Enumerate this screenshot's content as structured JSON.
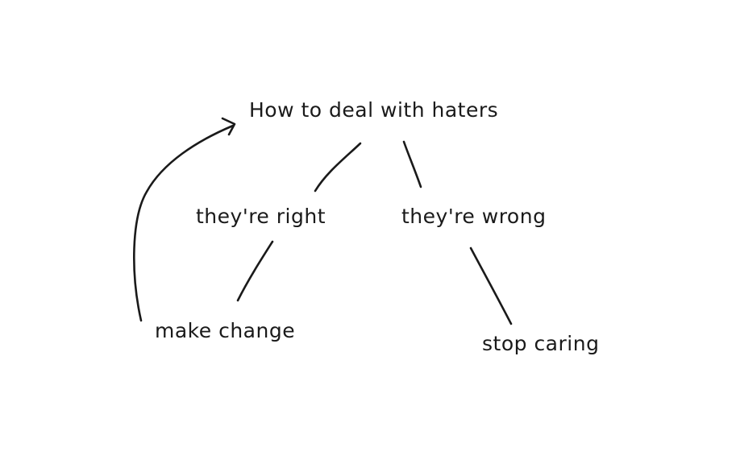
{
  "colors": {
    "ink": "#1a1a1a",
    "background": "#ffffff"
  },
  "diagram": {
    "nodes": {
      "root": "How to deal with haters",
      "right": "they're right",
      "wrong": "they're wrong",
      "make_change": "make change",
      "stop_caring": "stop caring"
    },
    "edges": [
      {
        "from": "root",
        "to": "right"
      },
      {
        "from": "root",
        "to": "wrong"
      },
      {
        "from": "right",
        "to": "make_change"
      },
      {
        "from": "wrong",
        "to": "stop_caring"
      },
      {
        "from": "make_change",
        "to": "root",
        "arrow": true
      }
    ]
  }
}
